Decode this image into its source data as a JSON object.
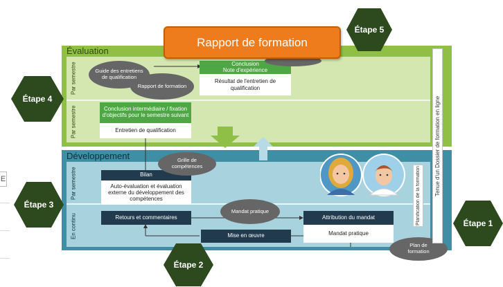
{
  "title": "Rapport de formation",
  "evaluation": {
    "title": "Évaluation",
    "rows": [
      "Par semestre",
      "Par semestre"
    ],
    "ovals": {
      "guide": "Guide des entretiens de qualification",
      "rapport": "Rapport de formation"
    },
    "box_top": {
      "header": "Conclusion\nNote d'expérience",
      "body": "Résultat de l'entretien de qualification"
    },
    "box_mid": {
      "header": "Conclusion intermédiaire / fixation d'objectifs pour le semestre suivant",
      "body": "Entretien de qualification"
    }
  },
  "developpement": {
    "title": "Développement",
    "rows": [
      "Par semestre",
      "En continu"
    ],
    "bilan": {
      "header": "Bilan",
      "body": "Auto-évaluation et évaluation externe du développement des compétences"
    },
    "grille": "Grille de compétences",
    "retours": "Retours et commentaires",
    "mandat_oval": "Mandat pratique",
    "attribution": {
      "header": "Attribution du mandat",
      "body": "Mandat pratique"
    },
    "mise": "Mise en œuvre",
    "plan_oval": "Plan de formation",
    "planification": "Planification de la formation"
  },
  "tenue": "Tenue d'un Dossier de formation en ligne",
  "steps": [
    "Étape 1",
    "Étape 2",
    "Étape 3",
    "Étape 4",
    "Étape 5"
  ],
  "edge_glyph": "E"
}
